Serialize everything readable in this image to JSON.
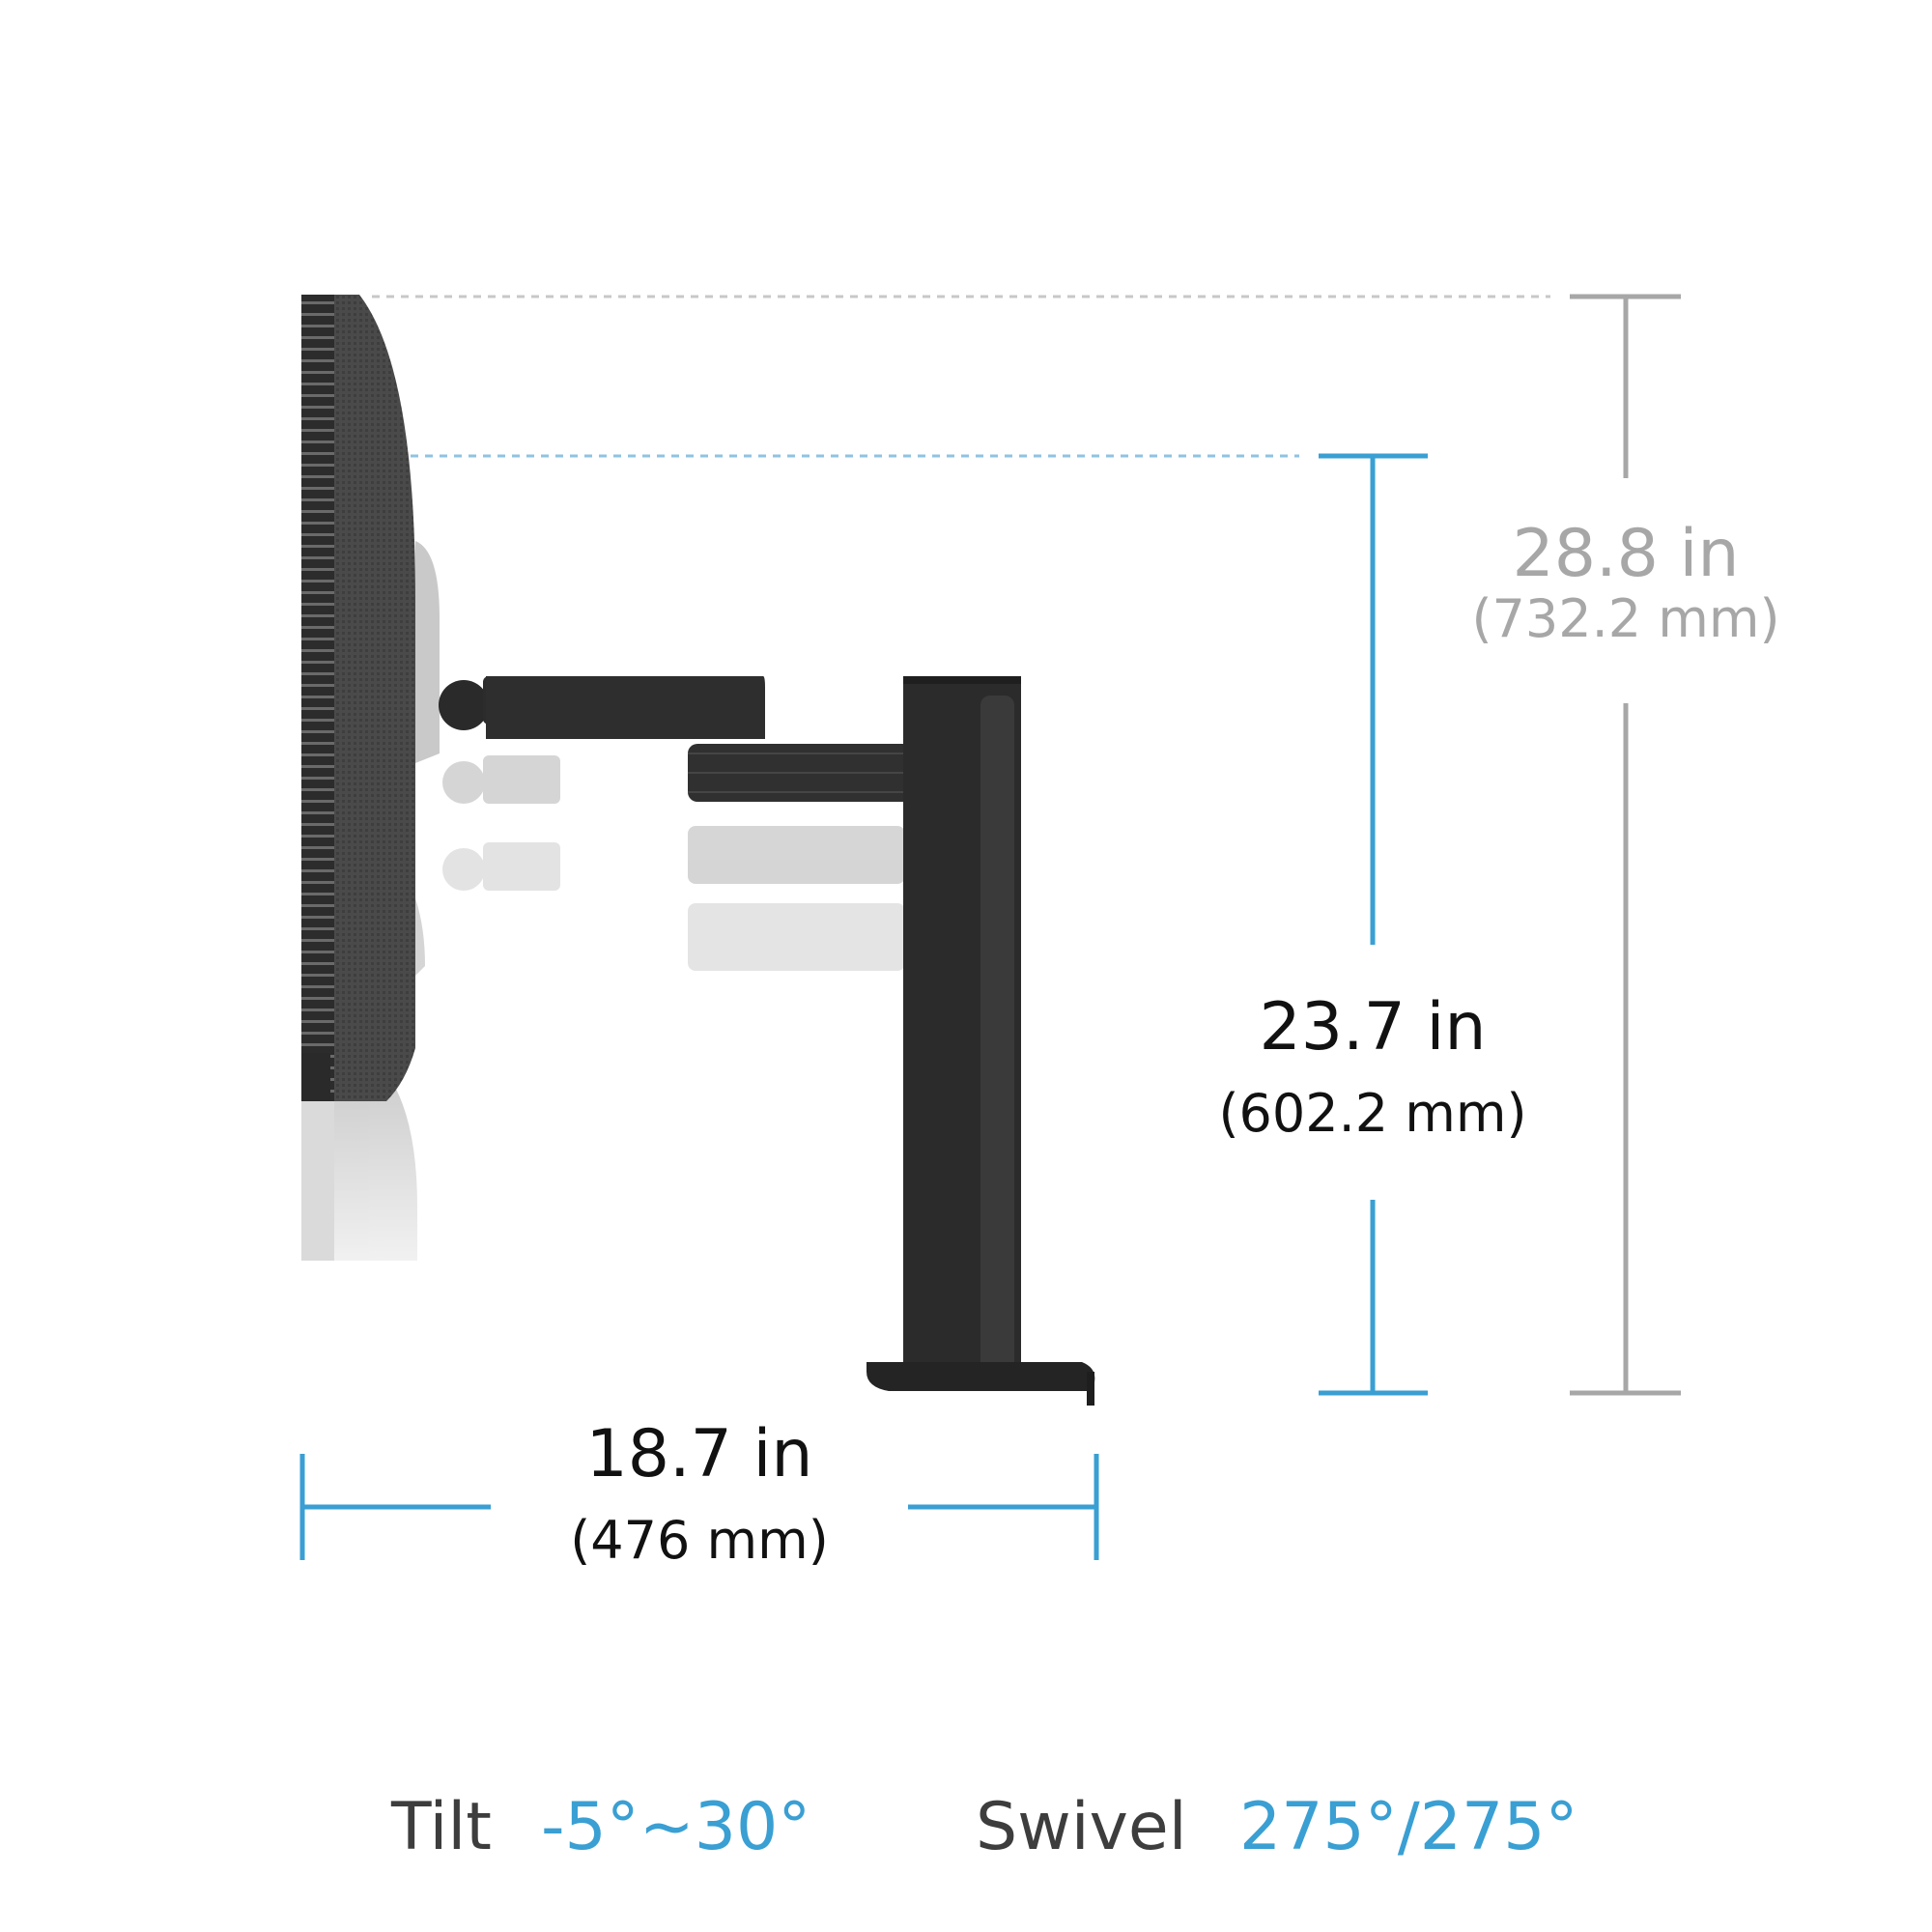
{
  "dimensions": {
    "total_height": {
      "value": "28.8 in",
      "metric": "(732.2 mm)"
    },
    "pole_height": {
      "value": "23.7 in",
      "metric": "(602.2 mm)"
    },
    "depth": {
      "value": "18.7 in",
      "metric": "(476 mm)"
    }
  },
  "specs": {
    "tilt_label": "Tilt",
    "tilt_value": "-5°~30°",
    "swivel_label": "Swivel",
    "swivel_value": "275°/275°"
  },
  "colors": {
    "accent_blue": "#3a9fd3",
    "gray_dim": "#a7a7a7",
    "monitor_dark": "#3a3a3a"
  }
}
